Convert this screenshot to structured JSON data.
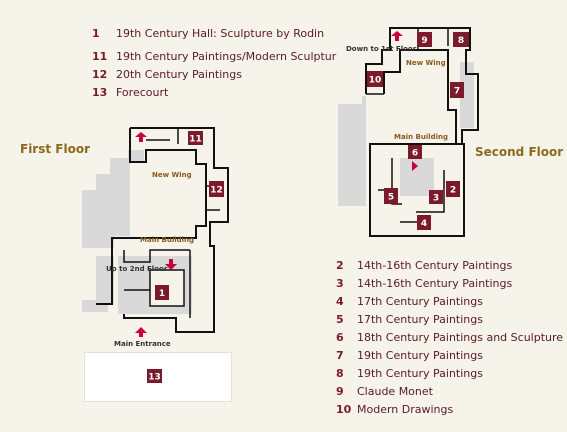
{
  "legend_top": [
    {
      "num": "1",
      "label": "19th Century Hall: Sculpture by Rodin"
    },
    {
      "num": "11",
      "label": "19th Century Paintings/Modern Sculptur"
    },
    {
      "num": "12",
      "label": "20th Century Paintings"
    },
    {
      "num": "13",
      "label": "Forecourt"
    }
  ],
  "legend_bottom": [
    {
      "num": "2",
      "label": "14th-16th Century Paintings"
    },
    {
      "num": "3",
      "label": "14th-16th Century Paintings"
    },
    {
      "num": "4",
      "label": "17th Century Paintings"
    },
    {
      "num": "5",
      "label": "17th Century Paintings"
    },
    {
      "num": "6",
      "label": "18th Century Paintings and Sculpture"
    },
    {
      "num": "7",
      "label": "19th Century Paintings"
    },
    {
      "num": "8",
      "label": "19th Century Paintings"
    },
    {
      "num": "9",
      "label": "Claude Monet"
    },
    {
      "num": "10",
      "label": "Modern Drawings"
    }
  ],
  "first_floor": {
    "title": "First Floor",
    "labels": {
      "new_wing": "New Wing",
      "main_building": "Main Building",
      "up_to_2nd": "Up to 2nd Floor",
      "main_entrance": "Main Entrance"
    },
    "rooms": {
      "r1": "1",
      "r11": "11",
      "r12": "12",
      "r13": "13"
    }
  },
  "second_floor": {
    "title": "Second Floor",
    "labels": {
      "down_to_1st": "Down to 1st Floor",
      "new_wing": "New Wing",
      "main_building": "Main Building"
    },
    "rooms": {
      "r2": "2",
      "r3": "3",
      "r4": "4",
      "r5": "5",
      "r6": "6",
      "r7": "7",
      "r8": "8",
      "r9": "9",
      "r10": "10"
    }
  },
  "colors": {
    "room_marker": "#7a1a2a",
    "arrow": "#c8003c",
    "background": "#f5f3ea",
    "gray_area": "#d9d9d9",
    "wall": "#111111",
    "floor_title": "#8a6a1a"
  }
}
